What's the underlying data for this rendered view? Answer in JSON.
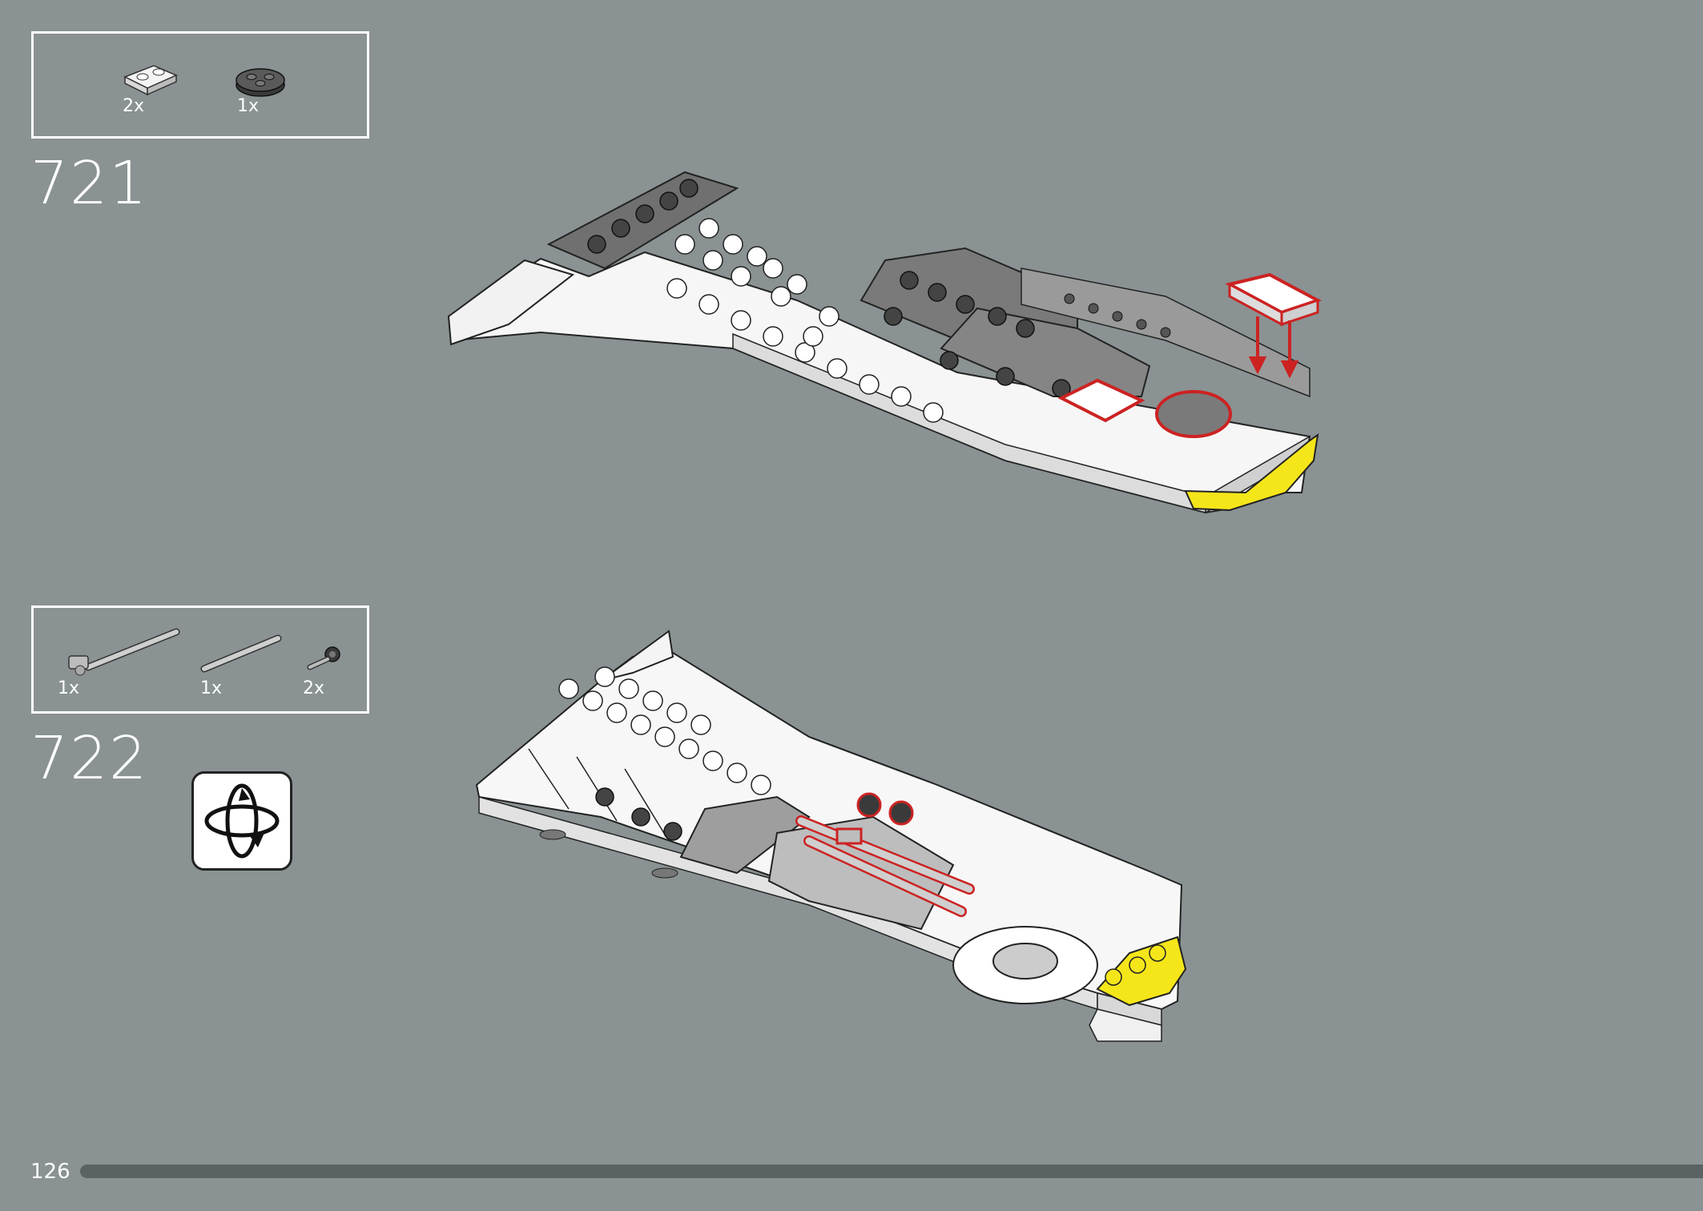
{
  "steps": [
    {
      "number": "721",
      "parts": [
        {
          "icon": "white-plate-1x2-icon",
          "qty": "2x"
        },
        {
          "icon": "dark-gray-round-plate-icon",
          "qty": "1x"
        }
      ]
    },
    {
      "number": "722",
      "parts": [
        {
          "icon": "long-bar-with-clip-icon",
          "qty": "1x"
        },
        {
          "icon": "gray-bar-icon",
          "qty": "1x"
        },
        {
          "icon": "bar-holder-clip-icon",
          "qty": "2x"
        }
      ],
      "rotate_icon": "rotate-model-icon"
    }
  ],
  "footer": {
    "page_number": "126"
  },
  "colors": {
    "background": "#8a9293",
    "highlight": "#cc2222",
    "accent_yellow": "#f5e61a",
    "progress_track": "#5b6263"
  }
}
